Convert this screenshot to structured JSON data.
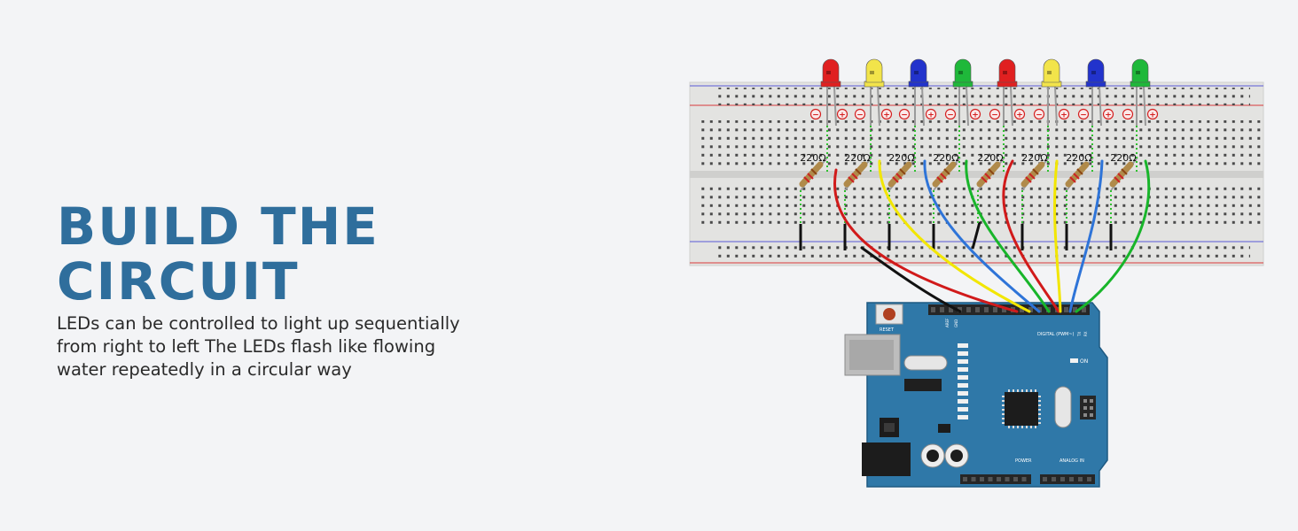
{
  "heading": {
    "title": "BUILD THE CIRCUIT",
    "lines": [
      "LEDs can be controlled to light up sequentially",
      "from right to left The LEDs flash like flowing",
      "water repeatedly in a circular way"
    ]
  },
  "breadboard": {
    "resistor_label": "220Ω",
    "rail_plus": "+",
    "rail_minus": "−"
  },
  "leds": [
    {
      "color": "red"
    },
    {
      "color": "yellow"
    },
    {
      "color": "blue"
    },
    {
      "color": "green"
    },
    {
      "color": "red"
    },
    {
      "color": "yellow"
    },
    {
      "color": "blue"
    },
    {
      "color": "green"
    }
  ],
  "colors": {
    "title": "#2f6e9c",
    "board": "#2f78a8",
    "red": "#d11a1a",
    "yellow": "#f2e600",
    "blue": "#2e74d8",
    "green": "#18b52a",
    "black": "#111111"
  },
  "arduino": {
    "reset_label": "RESET",
    "on_label": "ON",
    "digital_label": "DIGITAL (PWM~)",
    "power_label": "POWER",
    "analog_label": "ANALOG IN",
    "tx_label": "TX",
    "rx_label": "RX",
    "l_label": "L",
    "aref_label": "AREF",
    "gnd_label": "GND"
  }
}
